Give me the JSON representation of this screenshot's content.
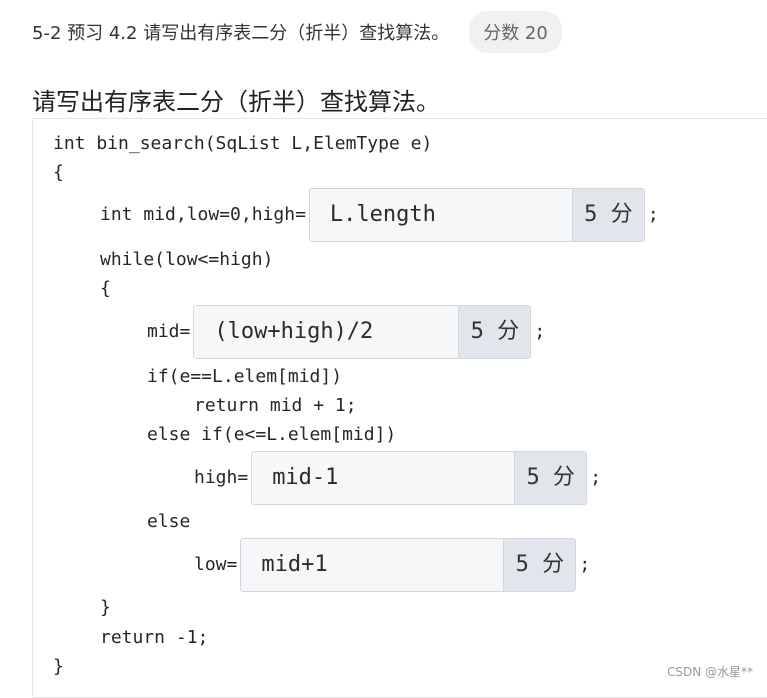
{
  "question": {
    "title": "5-2 预习 4.2 请写出有序表二分（折半）查找算法。",
    "score_badge": "分数 20"
  },
  "prompt": "请写出有序表二分（折半）查找算法。",
  "code": {
    "line1": "int bin_search(SqList L,ElemType e)",
    "line2": "{",
    "line3_prefix": "int mid,low=0,high=",
    "blank1": {
      "answer": "L.length",
      "points": "5 分"
    },
    "line3_suffix": ";",
    "line4": "while(low<=high)",
    "line5": "{",
    "line6_prefix": "mid=",
    "blank2": {
      "answer": "(low+high)/2",
      "points": "5 分"
    },
    "line6_suffix": ";",
    "line7": "if(e==L.elem[mid])",
    "line8": "return mid + 1;",
    "line9": "else if(e<=L.elem[mid])",
    "line10_prefix": "high=",
    "blank3": {
      "answer": "mid-1",
      "points": "5 分"
    },
    "line10_suffix": ";",
    "line11": "else",
    "line12_prefix": "low=",
    "blank4": {
      "answer": "mid+1",
      "points": "5 分"
    },
    "line12_suffix": ";",
    "line13": "}",
    "line14": "return -1;",
    "line15": "}"
  },
  "watermark": "CSDN @水星**"
}
